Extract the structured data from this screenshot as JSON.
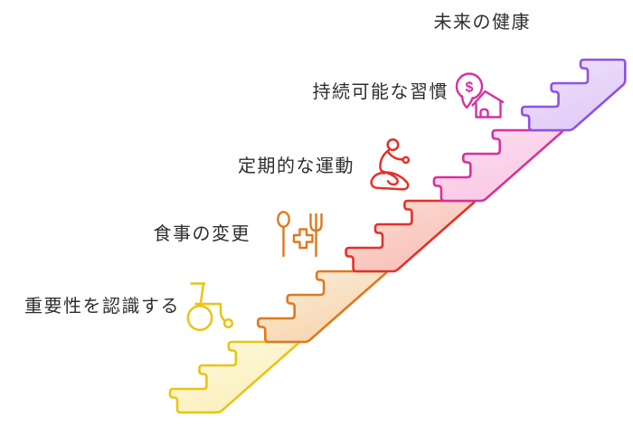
{
  "diagram": {
    "type": "staircase-infographic",
    "background": "#ffffff",
    "text_color": "#2e2e2e",
    "steps": [
      {
        "label": "重要性を認識する",
        "icon": "wheelchair-icon",
        "stroke": "#eac413",
        "fill_top": "#fefadf",
        "fill_bottom": "#faefbc"
      },
      {
        "label": "食事の変更",
        "icon": "cutlery-plus-icon",
        "stroke": "#e0781e",
        "fill_top": "#fbeedd",
        "fill_bottom": "#f6d5ad"
      },
      {
        "label": "定期的な運動",
        "icon": "exercise-bike-icon",
        "stroke": "#e33127",
        "fill_top": "#fbddd5",
        "fill_bottom": "#f8c0b7"
      },
      {
        "label": "持続可能な習慣",
        "icon": "money-house-icon",
        "stroke": "#d8309d",
        "fill_top": "#fcdef0",
        "fill_bottom": "#f9c9e4"
      },
      {
        "label": "未来の健康",
        "icon": null,
        "stroke": "#8f51e5",
        "fill_top": "#efe3fb",
        "fill_bottom": "#e2cbf6"
      }
    ],
    "money_icon_symbol": "$"
  }
}
